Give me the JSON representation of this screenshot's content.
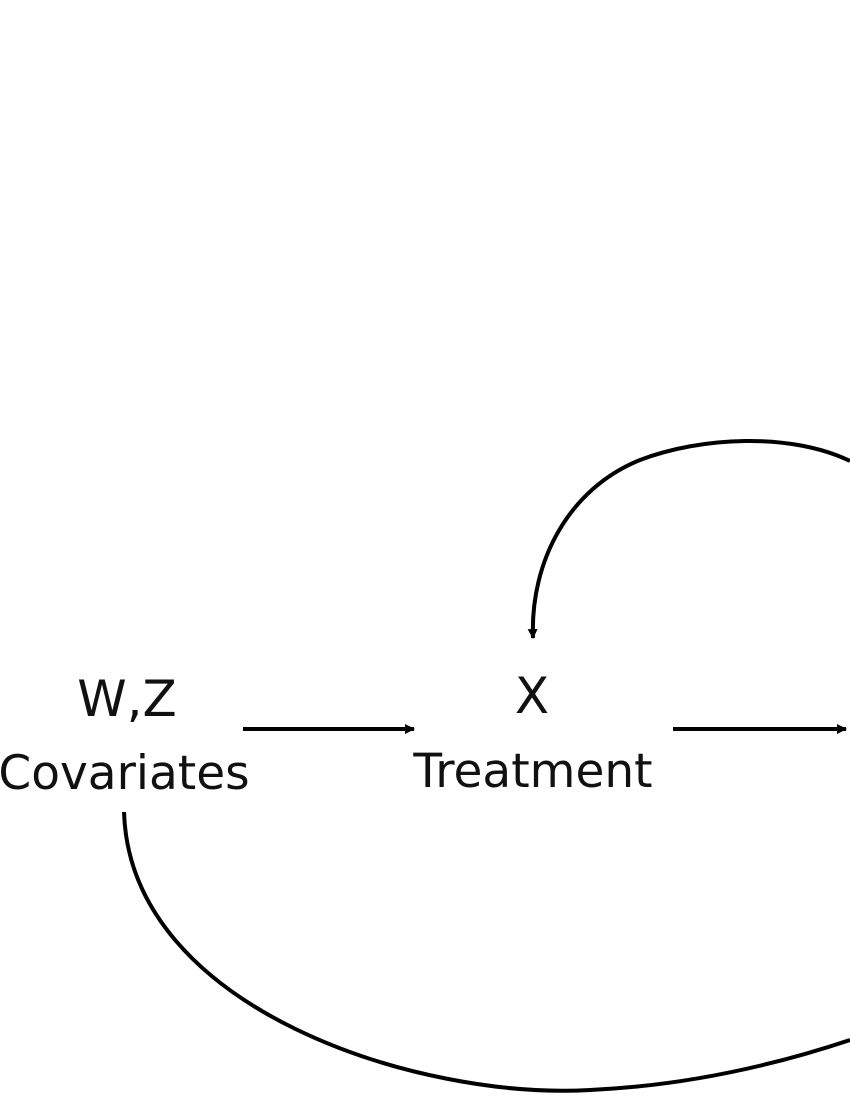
{
  "nodes": {
    "covariates": {
      "symbol": "W,Z",
      "label": "Covariates"
    },
    "treatment": {
      "symbol": "X",
      "label": "Treatment"
    }
  },
  "edges": [
    {
      "from": "covariates",
      "to": "treatment",
      "shape": "straight"
    },
    {
      "from": "treatment",
      "to": "outcome (off-canvas)",
      "shape": "straight"
    },
    {
      "from": "off-canvas",
      "to": "treatment",
      "shape": "curved"
    },
    {
      "from": "covariates",
      "to": "off-canvas",
      "shape": "curved"
    }
  ],
  "colors": {
    "ink": "#000000",
    "background": "#ffffff"
  }
}
